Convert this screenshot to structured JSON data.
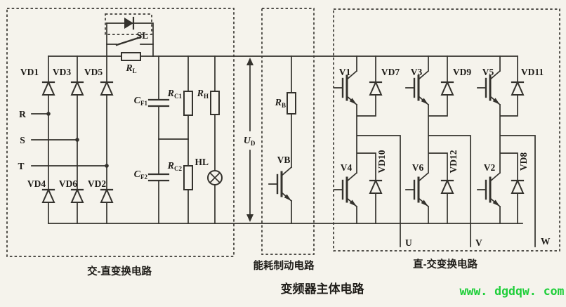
{
  "colors": {
    "background": "#f5f3ec",
    "ink": "#34322d",
    "watermark_green": "#1fcf3a"
  },
  "rectifier": {
    "section_label": "交-直变换电路",
    "inputs": [
      "R",
      "S",
      "T"
    ],
    "diodes_top": [
      "VD1",
      "VD3",
      "VD5"
    ],
    "diodes_bottom": [
      "VD4",
      "VD6",
      "VD2"
    ],
    "bypass_switch": "SL",
    "bypass_resistor": {
      "main": "R",
      "sub": "L"
    },
    "cap1": {
      "main": "C",
      "sub": "F1"
    },
    "cap2": {
      "main": "C",
      "sub": "F2"
    },
    "res1": {
      "main": "R",
      "sub": "C1"
    },
    "res2": {
      "main": "R",
      "sub": "C2"
    },
    "res_h": {
      "main": "R",
      "sub": "H"
    },
    "lamp": "HL"
  },
  "dc_bus": {
    "voltage": {
      "main": "U",
      "sub": "D"
    }
  },
  "braking": {
    "section_label": "能耗制动电路",
    "resistor": {
      "main": "R",
      "sub": "B"
    },
    "igbt": "VB"
  },
  "inverter": {
    "section_label": "直-交变换电路",
    "top_row": [
      {
        "igbt": "V1",
        "diode": "VD7"
      },
      {
        "igbt": "V3",
        "diode": "VD9"
      },
      {
        "igbt": "V5",
        "diode": "VD11"
      }
    ],
    "bottom_row": [
      {
        "igbt": "V4",
        "diode": "VD10"
      },
      {
        "igbt": "V6",
        "diode": "VD12"
      },
      {
        "igbt": "V2",
        "diode": "VD8"
      }
    ],
    "outputs": [
      "U",
      "V",
      "W"
    ]
  },
  "footer": {
    "title": "变频器主体电路",
    "watermark": "www. dgdqw. com"
  }
}
